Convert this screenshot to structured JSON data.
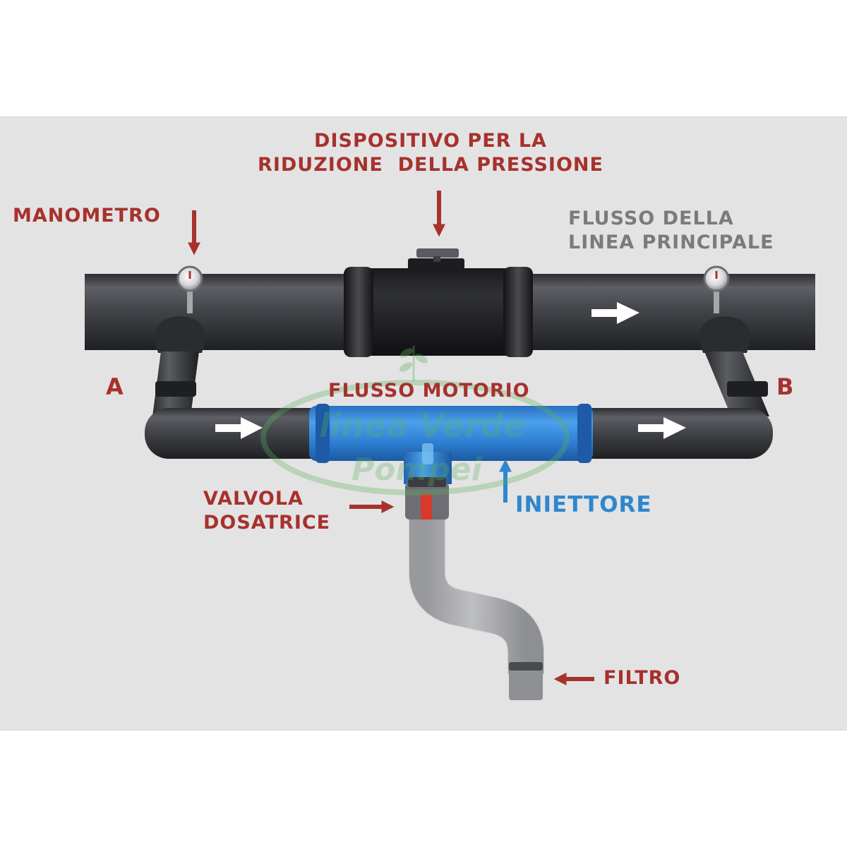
{
  "labels": {
    "dispositivo_line1": "DISPOSITIVO PER LA",
    "dispositivo_line2": "RIDUZIONE  DELLA PRESSIONE",
    "manometro": "MANOMETRO",
    "flusso_linea_line1": "FLUSSO DELLA",
    "flusso_linea_line2": "LINEA PRINCIPALE",
    "point_a": "A",
    "point_b": "B",
    "flusso_motorio": "FLUSSO MOTORIO",
    "valvola_line1": "VALVOLA",
    "valvola_line2": "DOSATRICE",
    "iniettore": "INIETTORE",
    "filtro": "FILTRO"
  },
  "watermark": {
    "line1": "linea Verde",
    "line2": "Pompei"
  },
  "colors": {
    "label_red": "#a7312c",
    "label_grey": "#7b7b7e",
    "label_blue": "#2f86cf",
    "pipe_dark": "#3b3c40",
    "injector_blue": "#2f7fd0",
    "valve_red": "#d53a2a",
    "hose_grey": "#b2b4b7",
    "panel_bg": "#e3e3e4",
    "watermark_green": "#5eb25c"
  }
}
